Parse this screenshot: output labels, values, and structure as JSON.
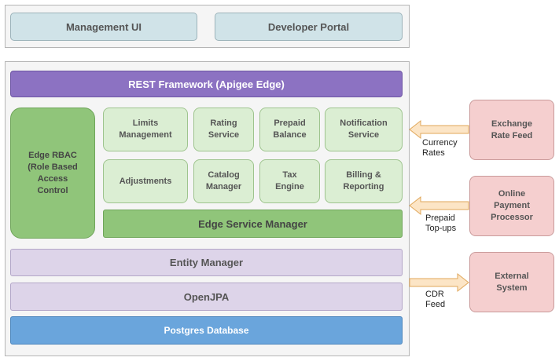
{
  "top_panel": {
    "management_ui": "Management UI",
    "developer_portal": "Developer Portal"
  },
  "main_panel": {
    "rest_framework": "REST Framework (Apigee Edge)",
    "edge_rbac": "Edge RBAC\n(Role Based\nAccess\nControl",
    "services_row1": [
      "Limits\nManagement",
      "Rating\nService",
      "Prepaid\nBalance",
      "Notification\nService"
    ],
    "services_row2": [
      "Adjustments",
      "Catalog\nManager",
      "Tax\nEngine",
      "Billing &\nReporting"
    ],
    "edge_service_manager": "Edge Service Manager",
    "entity_manager": "Entity Manager",
    "openjpa": "OpenJPA",
    "postgres": "Postgres Database"
  },
  "external": {
    "exchange_rate_feed": "Exchange\nRate Feed",
    "currency_rates_label": "Currency\nRates",
    "online_payment_processor": "Online\nPayment\nProcessor",
    "prepaid_topups_label": "Prepaid\nTop-ups",
    "external_system": "External\nSystem",
    "cdr_feed_label": "CDR\nFeed"
  },
  "colors": {
    "arrow_fill": "#fce5c6",
    "arrow_stroke": "#e0a75a"
  }
}
